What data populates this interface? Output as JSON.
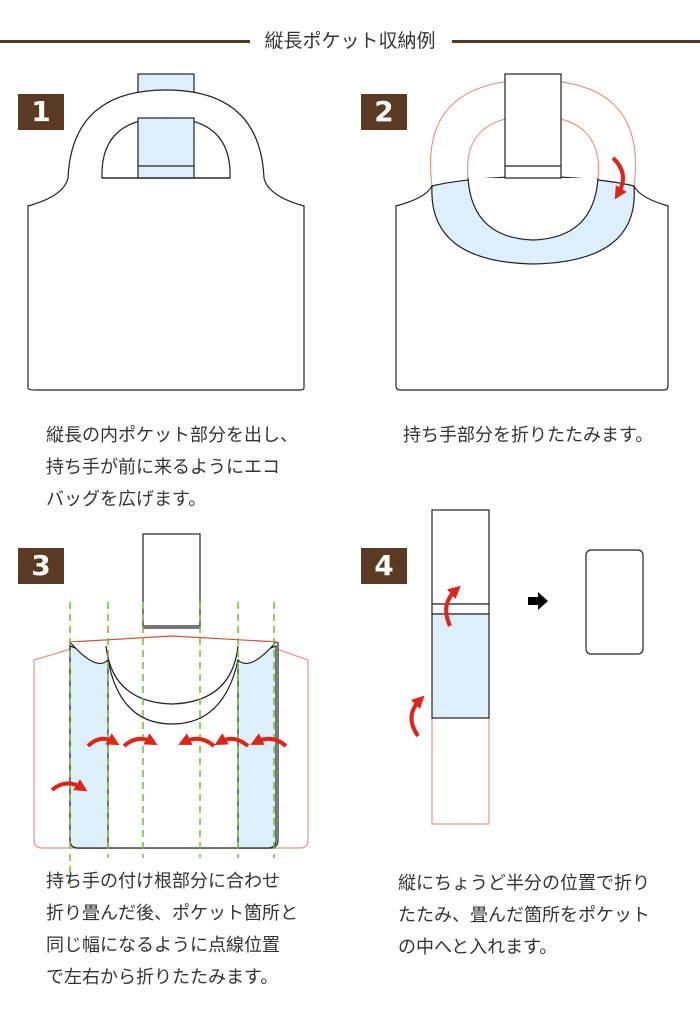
{
  "header": {
    "title": "縦長ポケット収納例",
    "line_color": "#5a3a22"
  },
  "colors": {
    "badge": "#5a3a22",
    "pocket_fill": "#dceffa",
    "arrow": "#e02418",
    "fold_line": "#6cbf2e",
    "faded_outline": "#e79587"
  },
  "steps": [
    {
      "number": "1",
      "caption_lines": [
        "縦長の内ポケット部分を出し、",
        "持ち手が前に来るようにエコ",
        "バッグを広げます。"
      ]
    },
    {
      "number": "2",
      "caption_lines": [
        "持ち手部分を折りたたみます。"
      ]
    },
    {
      "number": "3",
      "caption_lines": [
        "持ち手の付け根部分に合わせ",
        "折り畳んだ後、ポケット箇所と",
        "同じ幅になるように点線位置",
        "で左右から折りたたみます。"
      ]
    },
    {
      "number": "4",
      "caption_lines": [
        "縦にちょうど半分の位置で折り",
        "たたみ、畳んだ箇所をポケット",
        "の中へと入れます。"
      ],
      "arrow_icon": "right-arrow-icon"
    }
  ]
}
